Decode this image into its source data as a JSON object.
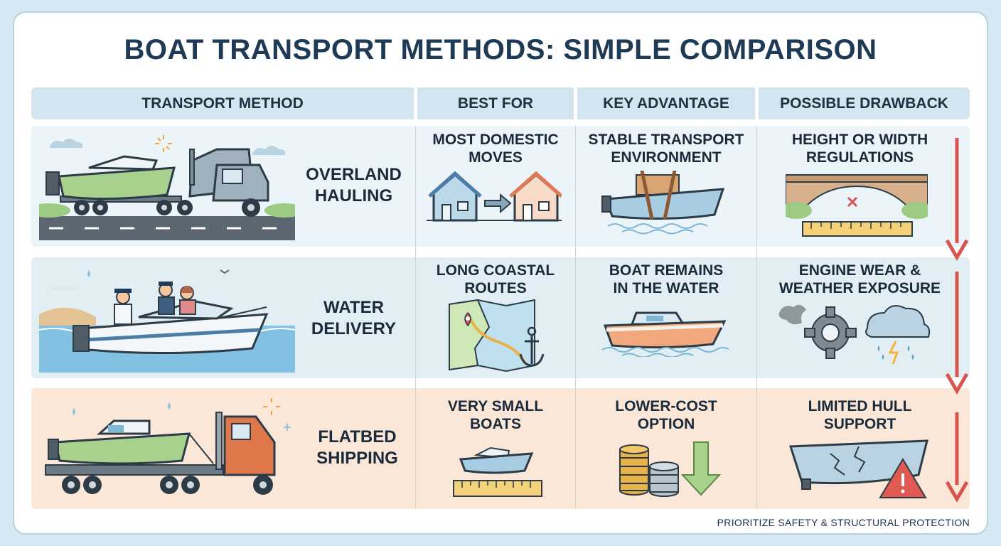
{
  "title": "BOAT TRANSPORT METHODS: SIMPLE COMPARISON",
  "headers": [
    "TRANSPORT METHOD",
    "BEST FOR",
    "KEY ADVANTAGE",
    "POSSIBLE DRAWBACK"
  ],
  "rows": [
    {
      "method": [
        "OVERLAND",
        "HAULING"
      ],
      "best_for": [
        "MOST DOMESTIC",
        "MOVES"
      ],
      "advantage": [
        "STABLE TRANSPORT",
        "ENVIRONMENT"
      ],
      "drawback": [
        "HEIGHT OR WIDTH",
        "REGULATIONS"
      ],
      "icons": {
        "scene": "boat-on-truck-trailer",
        "best": "house-to-house",
        "adv": "strapped-boat",
        "draw": "low-bridge-ruler"
      }
    },
    {
      "method": [
        "WATER",
        "DELIVERY"
      ],
      "best_for": [
        "LONG COASTAL",
        "ROUTES"
      ],
      "advantage": [
        "BOAT REMAINS",
        "IN THE WATER"
      ],
      "drawback": [
        "ENGINE WEAR &",
        "WEATHER EXPOSURE"
      ],
      "icons": {
        "scene": "crew-on-motorboat",
        "best": "map-with-anchor",
        "adv": "boat-on-water",
        "draw": "gear-and-storm-cloud"
      }
    },
    {
      "method": [
        "FLATBED",
        "SHIPPING"
      ],
      "best_for": [
        "VERY SMALL",
        "BOATS"
      ],
      "advantage": [
        "LOWER-COST",
        "OPTION"
      ],
      "drawback": [
        "LIMITED HULL",
        "SUPPORT"
      ],
      "icons": {
        "scene": "boat-on-flatbed-truck",
        "best": "small-boat-ruler",
        "adv": "coins-down-arrow",
        "draw": "cracked-hull-warning"
      }
    }
  ],
  "footer": "PRIORITIZE SAFETY & STRUCTURAL PROTECTION",
  "colors": {
    "header": "#d3e6ef",
    "row1": "#ebf4f9",
    "row2": "#e1eff4",
    "row3": "#fbe7d8",
    "arrow": "#d9534f"
  }
}
